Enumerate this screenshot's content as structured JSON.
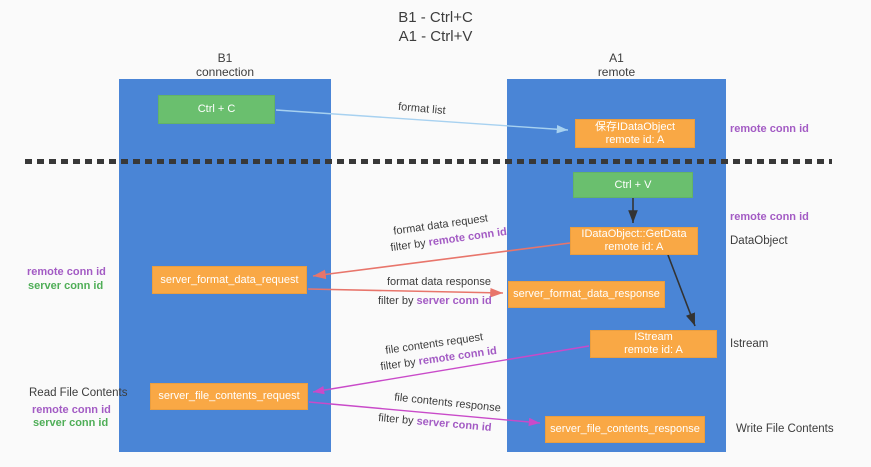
{
  "title": {
    "line1": "B1 - Ctrl+C",
    "line2": "A1 - Ctrl+V"
  },
  "columns": {
    "left": {
      "name": "B1",
      "role": "connection"
    },
    "right": {
      "name": "A1",
      "role": "remote"
    }
  },
  "nodes": {
    "ctrl_c": "Ctrl + C",
    "ctrl_v": "Ctrl + V",
    "save_dataobject": {
      "line1": "保存IDataObject",
      "line2": "remote id: A"
    },
    "getdata": {
      "line1": "IDataObject::GetData",
      "line2": "remote id: A"
    },
    "istream": {
      "line1": "IStream",
      "line2": "remote id: A"
    },
    "server_format_data_request": "server_format_data_request",
    "server_format_data_response": "server_format_data_response",
    "server_file_contents_request": "server_file_contents_request",
    "server_file_contents_response": "server_file_contents_response"
  },
  "flow_labels": {
    "format_list": "format list",
    "format_data_request": "format data request",
    "format_data_response": "format data response",
    "file_contents_request": "file contents request",
    "file_contents_response": "file contents response",
    "filter_by": "filter by ",
    "remote_conn_id": "remote conn id",
    "server_conn_id": "server conn id"
  },
  "side_labels": {
    "right_top_remote_conn_id": "remote conn id",
    "right_mid_remote_conn_id": "remote conn id",
    "dataobject": "DataObject",
    "istream": "Istream",
    "write_file_contents": "Write File Contents",
    "left_remote_conn_id": "remote conn id",
    "left_server_conn_id": "server conn id",
    "read_file_contents": "Read File Contents",
    "left_remote_conn_id_2": "remote conn id",
    "left_server_conn_id_2": "server conn id"
  },
  "colors": {
    "column_blue": "#4a85d6",
    "node_orange": "#f9a845",
    "node_green": "#6abf6e",
    "purple_text": "#a35bc4",
    "green_text": "#4fae57",
    "salmon_arrow": "#e8756b",
    "magenta_arrow": "#c94ac9",
    "light_blue_arrow": "#a7d1f0",
    "black_arrow": "#333333"
  }
}
